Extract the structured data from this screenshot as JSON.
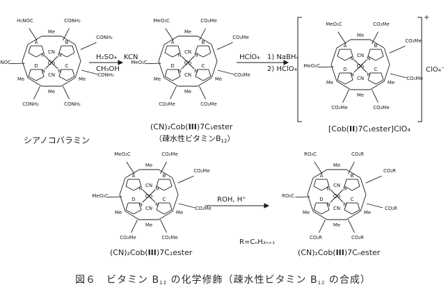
{
  "reagents": {
    "step1_a": "H₂SO₄",
    "step1_b": "CH₃OH",
    "step2": "KCN",
    "step3": "HClO₄",
    "step4_a": "1) NaBH₄",
    "step4_b": "2) HClO₄",
    "step5": "ROH, H⁺"
  },
  "labels": {
    "cyanocobalamin": "シアノコバラミン",
    "c1_pre": "(CN)₂Cob(",
    "c1_ox": "III",
    "c1_post": ")7C₁ester",
    "c1_note_pre": "（疎水性ビタミンB",
    "c1_note_sub": "12",
    "c1_note_post": "）",
    "c2_pre": "[Cob(",
    "c2_ox": "II",
    "c2_post": ")7C₁ester]ClO₄",
    "c3_pre": "(CN)₂Cob(",
    "c3_ox": "III",
    "c3_post": ")7C₁ester",
    "r_def": "R=CₙH₂ₙ₊₁",
    "c4_pre": "(CN)₂Cob(",
    "c4_ox": "III",
    "c4_post": ")7Cₙester",
    "counter_ion": "ClO₄⁻",
    "charge": "+"
  },
  "caption": {
    "pre": "図６　ビタミン B",
    "sub1": "12",
    "mid": " の化学修飾（疎水性ビタミン B",
    "sub2": "12",
    "post": " の合成）"
  },
  "ring_labels": [
    "A",
    "B",
    "C",
    "D"
  ],
  "atoms": {
    "co": "Co",
    "cn": "CN",
    "n": "N",
    "me": "Me",
    "h": "H"
  },
  "groups": {
    "conh2": "CONH₂",
    "h2noc": "H₂NOC",
    "co2me": "CO₂Me",
    "meo2c": "MeO₂C",
    "co2r": "CO₂R",
    "ro2c": "RO₂C"
  },
  "colors": {
    "ink": "#1a1a1a",
    "caption": "#2a2a2a"
  }
}
